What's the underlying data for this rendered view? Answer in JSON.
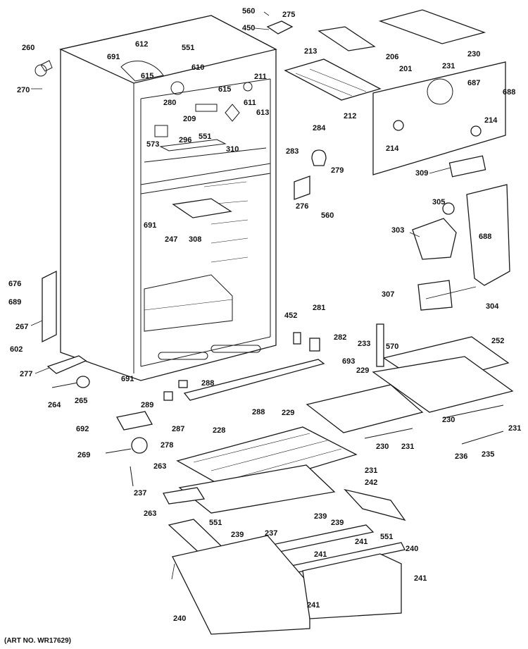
{
  "art_number": "(ART NO. WR17629)",
  "labels": {
    "l560a": "560",
    "l275": "275",
    "l450": "450",
    "l213": "213",
    "l206": "206",
    "l230a": "230",
    "l231a": "231",
    "l201": "201",
    "l688a": "688",
    "l687": "687",
    "l260": "260",
    "l270": "270",
    "l612": "612",
    "l551a": "551",
    "l691a": "691",
    "l615a": "615",
    "l610": "610",
    "l211": "211",
    "l212": "212",
    "l615b": "615",
    "l611": "611",
    "l280": "280",
    "l209": "209",
    "l613": "613",
    "l214a": "214",
    "l214b": "214",
    "l284": "284",
    "l573": "573",
    "l296": "296",
    "l551b": "551",
    "l310": "310",
    "l283": "283",
    "l279": "279",
    "l309": "309",
    "l276": "276",
    "l560b": "560",
    "l691b": "691",
    "l247": "247",
    "l308": "308",
    "l305": "305",
    "l303": "303",
    "l688b": "688",
    "l676": "676",
    "l689": "689",
    "l267": "267",
    "l307": "307",
    "l304": "304",
    "l452": "452",
    "l281": "281",
    "l233": "233",
    "l570": "570",
    "l282": "282",
    "l602": "602",
    "l252": "252",
    "l277": "277",
    "l693": "693",
    "l229a": "229",
    "l691c": "691",
    "l288a": "288",
    "l229b": "229",
    "l264": "264",
    "l265": "265",
    "l289": "289",
    "l288b": "288",
    "l230b": "230",
    "l231b": "231",
    "l692": "692",
    "l287": "287",
    "l228": "228",
    "l278": "278",
    "l269": "269",
    "l230c": "230",
    "l231c": "231",
    "l236": "236",
    "l235": "235",
    "l263a": "263",
    "l231d": "231",
    "l242": "242",
    "l237a": "237",
    "l263b": "263",
    "l239a": "239",
    "l239b": "239",
    "l551c": "551",
    "l551d": "551",
    "l239c": "239",
    "l237b": "237",
    "l241a": "241",
    "l240a": "240",
    "l241b": "241",
    "l241c": "241",
    "l240b": "240"
  }
}
